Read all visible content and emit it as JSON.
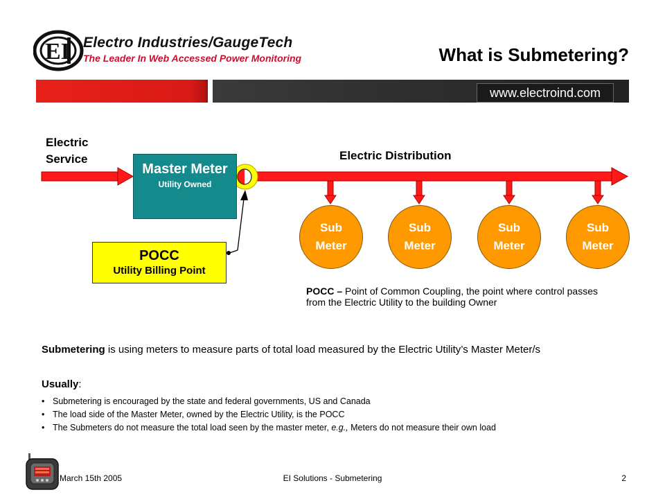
{
  "header": {
    "company_name": "Electro Industries/GaugeTech",
    "tagline": "The Leader In Web Accessed Power Monitoring",
    "title": "What is Submetering?",
    "url": "www.electroind.com"
  },
  "diagram": {
    "electric_service": "Electric Service",
    "electric_distribution": "Electric Distribution",
    "master_meter": {
      "title": "Master Meter",
      "subtitle": "Utility Owned"
    },
    "pocc": {
      "title": "POCC",
      "subtitle": "Utility Billing Point"
    },
    "sub_meters": [
      "Sub Meter",
      "Sub Meter",
      "Sub Meter",
      "Sub Meter"
    ],
    "pocc_definition": {
      "term": "POCC –",
      "text": " Point of Common Coupling, the point where control passes from the Electric Utility to the building Owner"
    }
  },
  "body": {
    "definition_term": "Submetering",
    "definition_text": " is using meters to measure parts of total load measured by the Electric Utility’s Master Meter/s",
    "usually_term": "Usually",
    "usually_colon": ":",
    "bullets": [
      "Submetering is encouraged by the state and federal governments, US and Canada",
      "The load side of the Master Meter, owned by the Electric Utility,  is the POCC",
      "The Submeters do not measure the total load seen by the master meter, "
    ],
    "bullet3_eg": "e.g.,",
    "bullet3_tail": " Meters do not measure their own load"
  },
  "footer": {
    "date": "March 15th 2005",
    "center": "EI Solutions - Submetering",
    "page": "2"
  },
  "colors": {
    "header_red": "#e8201a",
    "master_meter": "#148a8c",
    "pocc_box": "#ffff00",
    "sub_meter": "#ff9900",
    "arrow": "#ff1a1a"
  }
}
